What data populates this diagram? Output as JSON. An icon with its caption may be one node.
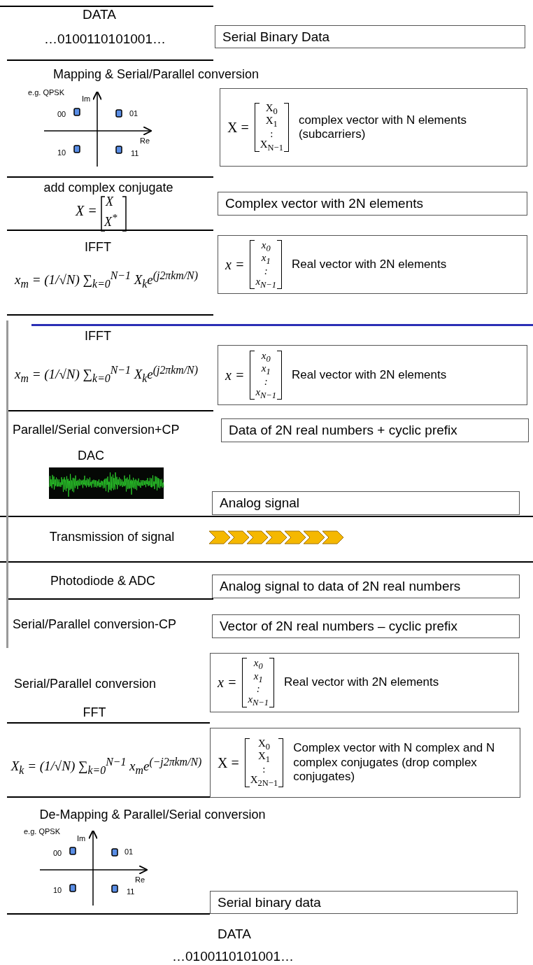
{
  "diagram": {
    "nodes": [
      {
        "text": [
          "Serial Binary Data"
        ]
      },
      {
        "text": [
          "X =",
          "X$_{0}$",
          "X$_{1}$",
          ":",
          "X$_{N−1}$",
          "complex vector with N elements (subcarriers)"
        ]
      },
      {
        "text": [
          "Complex vector with 2N elements"
        ]
      },
      {
        "text": [
          "x =",
          "x$_{0}$",
          "x$_{1}$",
          ":",
          "x$_{N−1}$",
          "Real vector with 2N elements"
        ]
      },
      {
        "text": [
          "x =",
          "x$_{0}$",
          "x$_{1}$",
          ":",
          "x$_{N−1}$",
          "Real vector with 2N elements"
        ]
      },
      {
        "text": [
          "Data of 2N real numbers + cyclic prefix"
        ]
      },
      {
        "text": [
          "Analog signal"
        ]
      },
      {
        "text": [
          "Analog signal to data of 2N real numbers"
        ]
      },
      {
        "text": [
          "Vector of 2N real numbers – cyclic prefix"
        ]
      },
      {
        "text": [
          "x =",
          "x$_{0}$",
          "x$_{1}$",
          ":",
          "x$_{N−1}$",
          "Real vector with 2N elements"
        ]
      },
      {
        "text": [
          "X =",
          "X$_{0}$",
          "X$_{1}$",
          ":",
          "X$_{2N−1}$",
          "Complex vector with N complex and N complex conjugates (drop complex conjugates)"
        ]
      },
      {
        "text": [
          "Serial binary data"
        ]
      }
    ],
    "edges": [],
    "labels": [
      "DATA",
      "…0100110101001…",
      "Mapping & Serial/Parallel conversion",
      "e.g. QPSK",
      "Im",
      "00",
      "01",
      "Re",
      "10",
      "11",
      "add complex conjugate",
      "X =",
      "X",
      "X$^{*}$",
      "IFFT",
      "x$_{m}$ = (1/√N) ∑$_{k=0}$$^{N−1}$ X$_{k}$e$^{(j2πkm/N)}$",
      "IFFT",
      "x$_{m}$ = (1/√N) ∑$_{k=0}$$^{N−1}$ X$_{k}$e$^{(j2πkm/N)}$",
      "Parallel/Serial conversion+CP",
      "DAC",
      "Transmission  of signal",
      "Photodiode & ADC",
      "Serial/Parallel conversion-CP",
      "Serial/Parallel conversion",
      "FFT",
      "X$_{k}$ = (1/√N) ∑$_{k=0}$$^{N−1}$ x$_{m}$e$^{(−j2πkm/N)}$",
      "De-Mapping & Parallel/Serial conversion",
      "e.g. QPSK",
      "Im",
      "00",
      "01",
      "Re",
      "10",
      "11",
      "DATA",
      "…0100110101001…"
    ]
  }
}
